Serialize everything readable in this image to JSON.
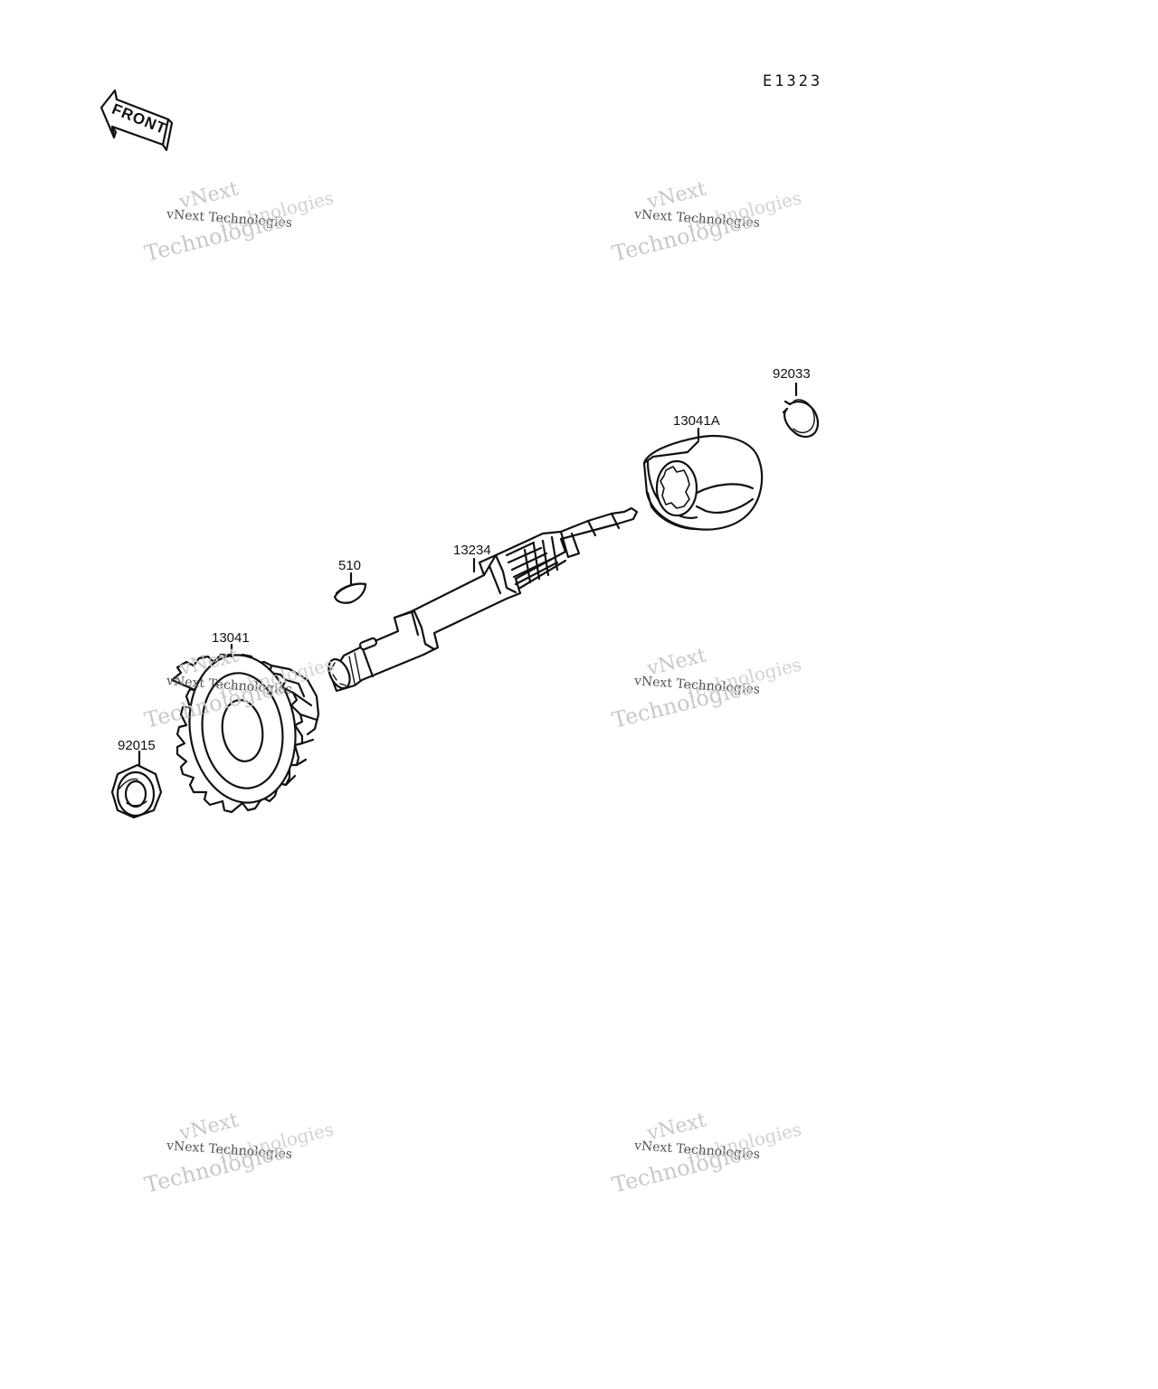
{
  "diagram_code": "E1323",
  "front_label": "FRONT",
  "callouts": {
    "c92033": "92033",
    "c13041A": "13041A",
    "c13234": "13234",
    "c510": "510",
    "c13041": "13041",
    "c92015": "92015"
  },
  "watermark": {
    "line1": "vNext",
    "line2": "vNext Technologies",
    "line3": "Technologies",
    "line4": "Technologies"
  },
  "colors": {
    "ink": "#111111",
    "watermark": "#c8c8c8",
    "background": "#ffffff"
  }
}
